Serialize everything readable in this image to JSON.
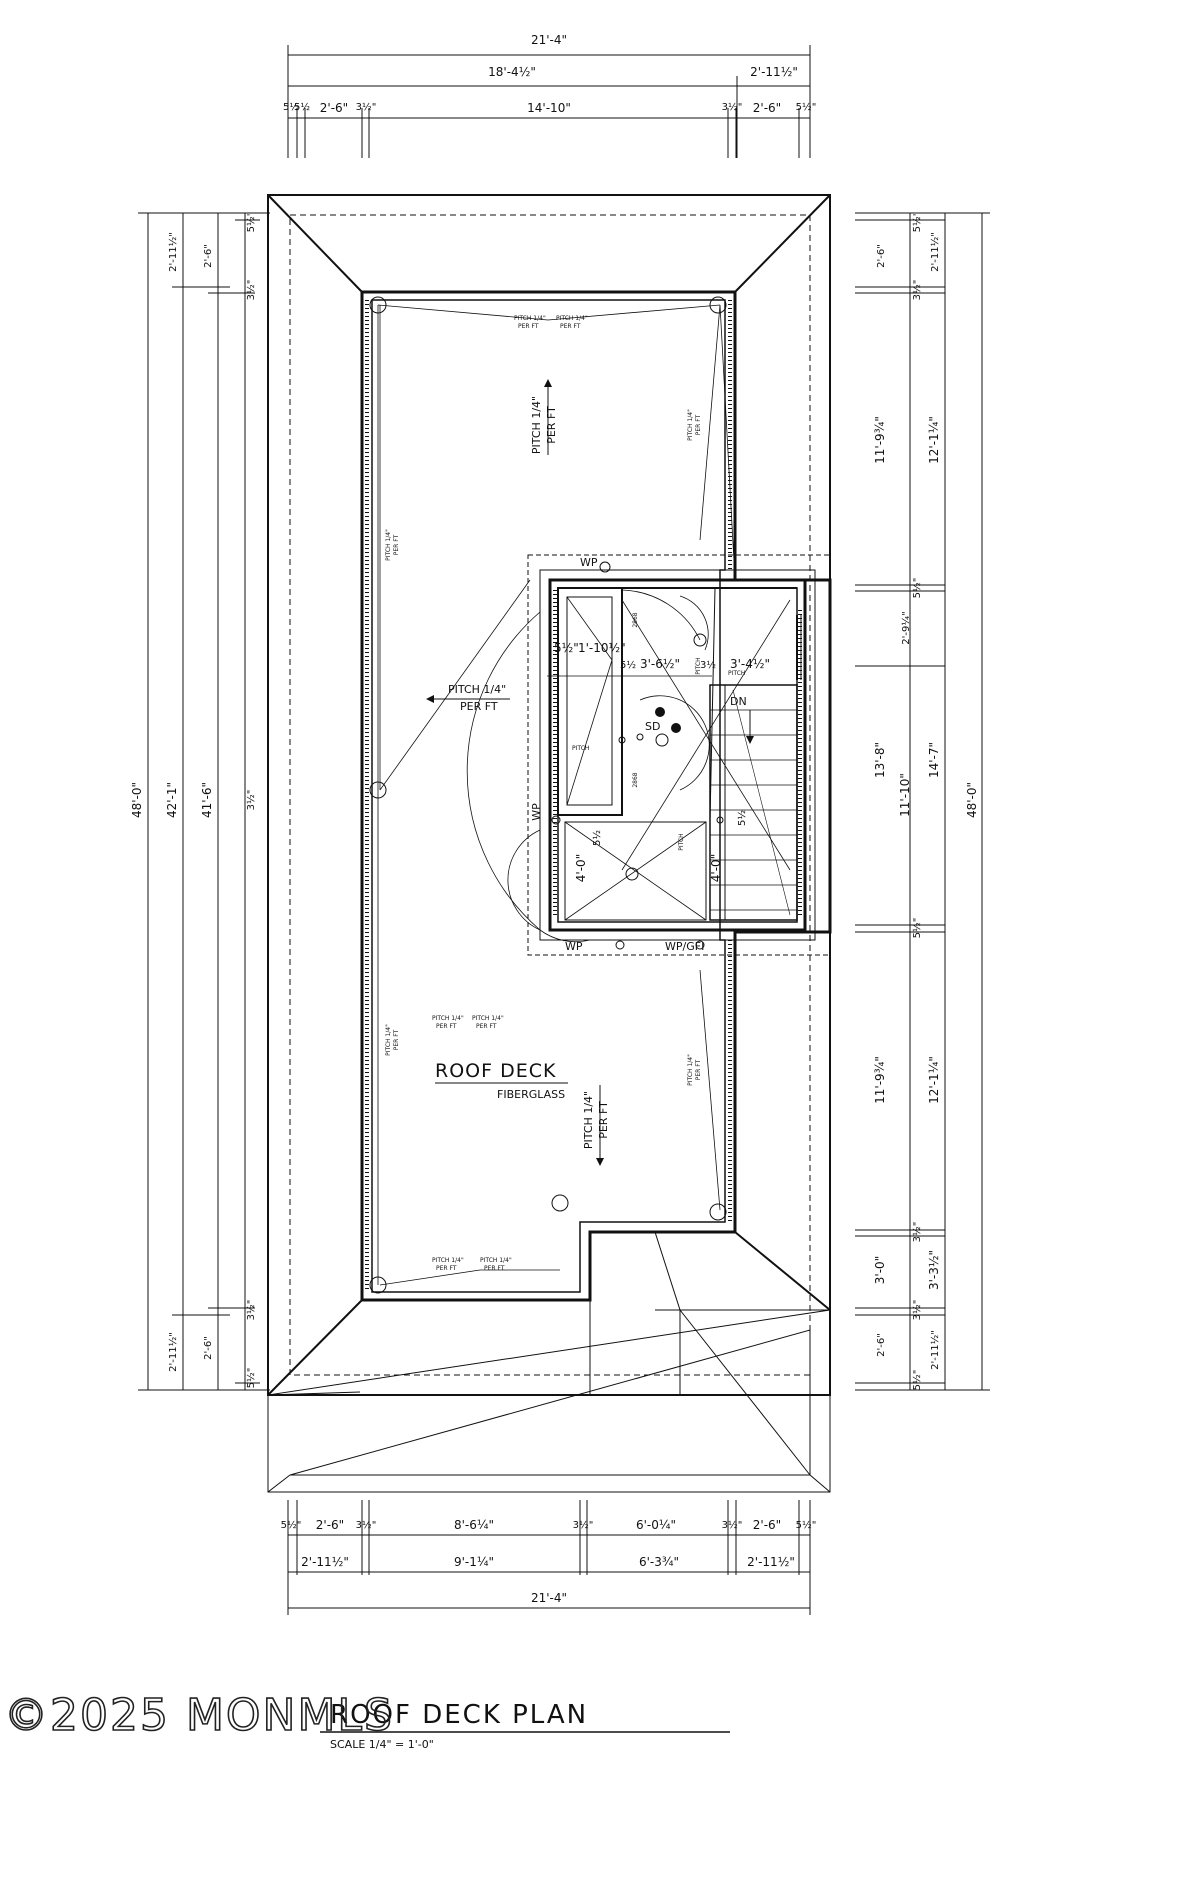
{
  "top_dims": {
    "overall": "21'-4\"",
    "row2": [
      "18'-4½\"",
      "2'-11½\""
    ],
    "row3": [
      "5½",
      "5½",
      "2'-6\"",
      "3½\"",
      "14'-10\"",
      "3½\"",
      "2'-6\"",
      "5½\""
    ]
  },
  "left_dims": {
    "overall": "48'-0\"",
    "col2": "42'-1\"",
    "col3": "41'-6\"",
    "col4": "3½\"",
    "top_a": "2'-11½\"",
    "top_b": "2'-6\"",
    "top_c": "5½\"",
    "top_d": "3½\"",
    "bot_a": "2'-11½\"",
    "bot_b": "2'-6\"",
    "bot_c": "3½\"",
    "bot_d": "5½\""
  },
  "right_dims": {
    "overall": "48'-0\"",
    "a": [
      "5½\"",
      "2'-6\"",
      "2'-11½\"",
      "3½\""
    ],
    "b": [
      "11'-9¾\"",
      "12'-1¼\""
    ],
    "c": [
      "2'-9¼\"",
      "5½\""
    ],
    "d": [
      "13'-8\"",
      "11'-10\"",
      "14'-7\""
    ],
    "e": [
      "5½\""
    ],
    "f": [
      "11'-9¾\"",
      "12'-1¼\""
    ],
    "g": [
      "3½\"",
      "3'-0\"",
      "3'-3½\""
    ],
    "h": [
      "3½\"",
      "2'-6\"",
      "2'-11½\"",
      "5½\""
    ]
  },
  "bottom_dims": {
    "row1": [
      "5½\"",
      "2'-6\"",
      "3½\"",
      "8'-6¼\"",
      "3½\"",
      "6'-0¼\"",
      "3½\"",
      "2'-6\"",
      "5½\""
    ],
    "row2": [
      "2'-11½\"",
      "9'-1¼\"",
      "6'-3¾\"",
      "2'-11½\""
    ],
    "overall": "21'-4\""
  },
  "notes": {
    "pitch_up": "PITCH 1/4\"",
    "per_ft": "PER FT",
    "pitch_left": "PITCH 1/4\"",
    "pitch_down": "PITCH 1/4\"",
    "pitch_small": "PITCH 1/4\"",
    "pitch_small_per": "PER FT",
    "pitch": "PITCH",
    "roof_deck": "ROOF DECK",
    "fiberglass": "FIBERGLASS",
    "wp": "WP",
    "wp_gfi": "WP/GFI",
    "door_2868": "2868",
    "sd": "SD",
    "dn": "DN"
  },
  "interior_dims": {
    "d1": "5½\"",
    "d2": "1'-10½\"",
    "d3": "5½",
    "d4": "3'-6½\"",
    "d5": "3½",
    "d6": "3'-4½\"",
    "d7": "5½",
    "d8": "4'-0\"",
    "d9": "5½",
    "d10": "4'-0\""
  },
  "title": "ROOF DECK PLAN",
  "scale_note": "SCALE 1/4\" = 1'-0\"",
  "watermark": "©2025 MONMLS"
}
